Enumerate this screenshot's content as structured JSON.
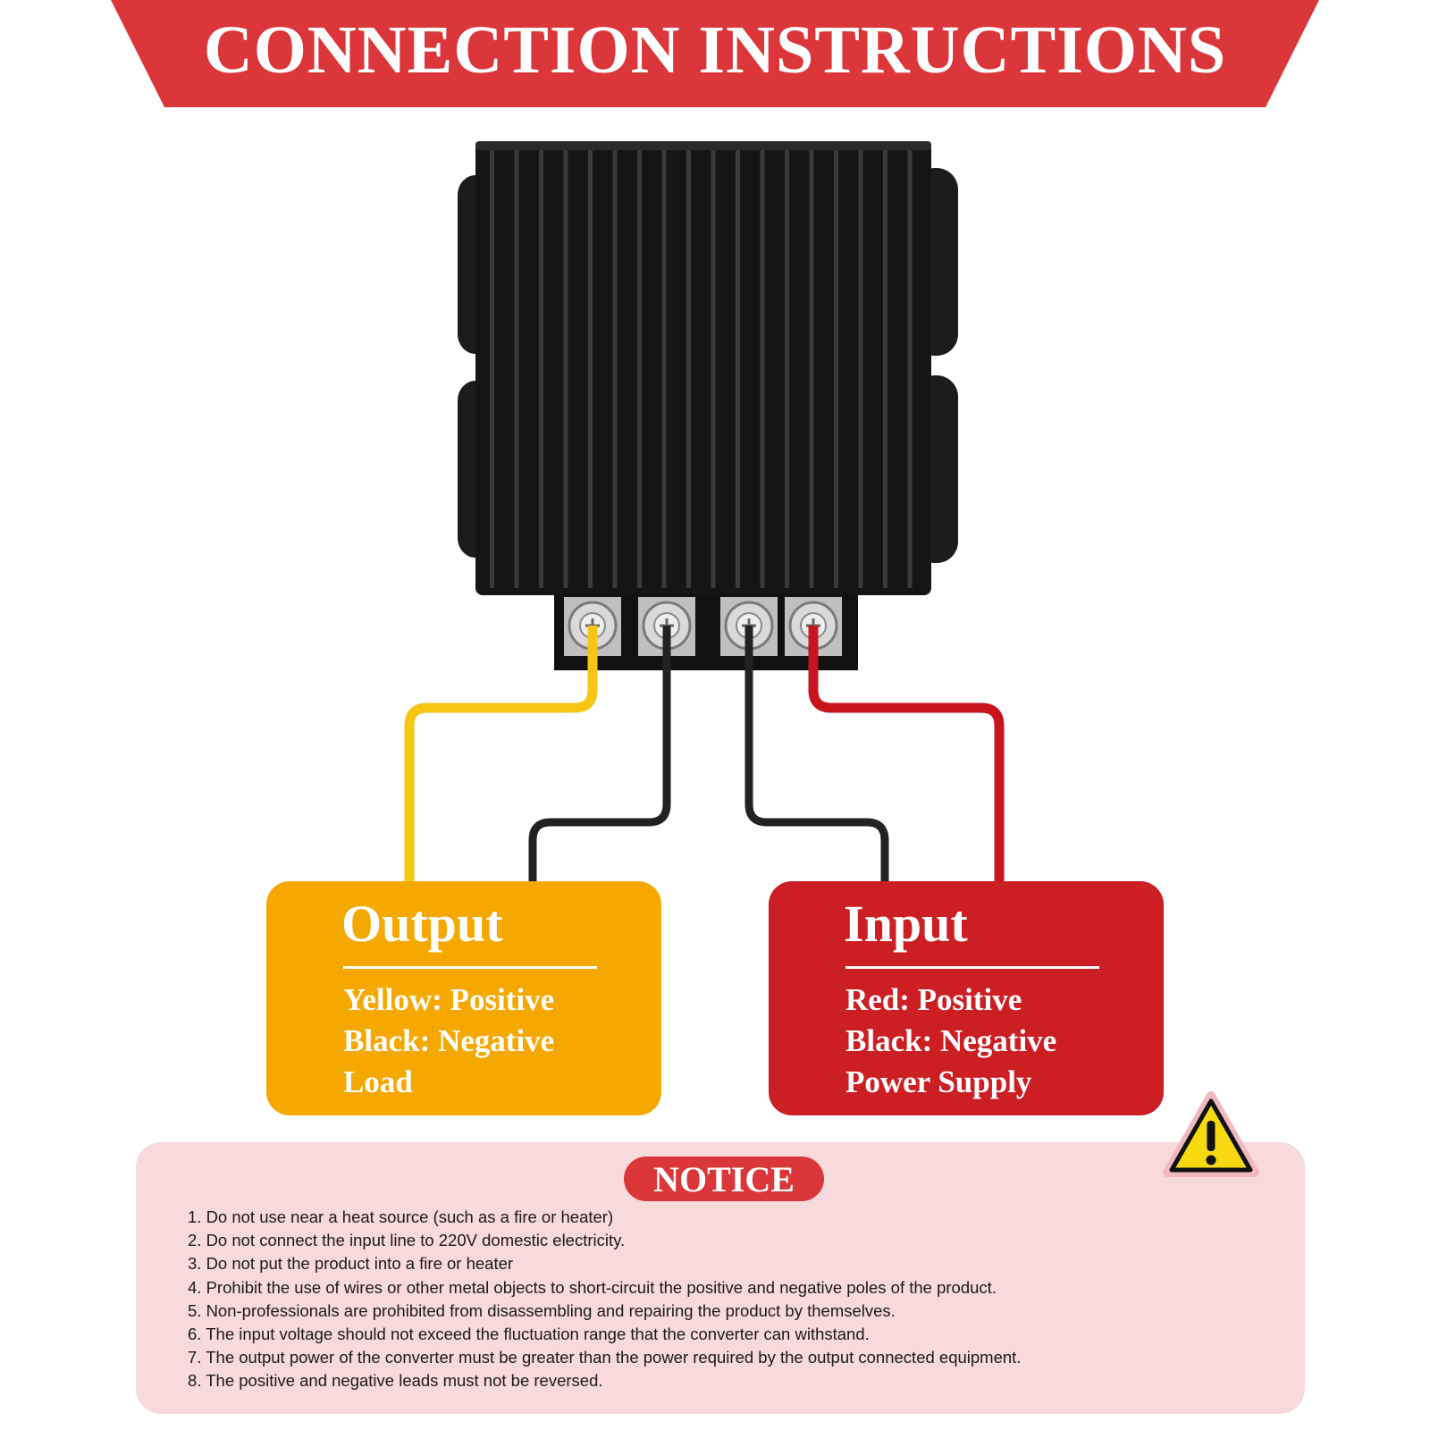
{
  "header": {
    "title": "CONNECTION INSTRUCTIONS"
  },
  "colors": {
    "banner_red": "#db373a",
    "output_orange": "#f5a800",
    "input_red": "#cc1f24",
    "wire_yellow": "#f7c612",
    "wire_red": "#c8141c",
    "wire_black": "#222222",
    "notice_bg": "#f8d9dc",
    "warning_yellow": "#f7d911"
  },
  "device": {
    "icon": "dc-converter-icon",
    "terminals": 4
  },
  "output_box": {
    "title": "Output",
    "lines": [
      "Yellow: Positive",
      "Black: Negative",
      "Load"
    ]
  },
  "input_box": {
    "title": "Input",
    "lines": [
      "Red: Positive",
      "Black: Negative",
      "Power Supply"
    ]
  },
  "notice": {
    "title": "NOTICE",
    "icon": "warning-icon",
    "items": [
      "1. Do not use near a heat source (such as a fire or heater)",
      "2. Do not connect the input line to 220V domestic electricity.",
      "3. Do not put the product into a fire or heater",
      "4. Prohibit the use of wires or other metal objects to short-circuit the positive and negative poles of the product.",
      "5. Non-professionals are prohibited from disassembling and repairing the product by themselves.",
      "6. The input voltage should not exceed the fluctuation range that the converter can withstand.",
      "7. The output power of the converter must be greater than the power required by the output connected equipment.",
      "8. The positive and negative leads must not be reversed."
    ]
  }
}
